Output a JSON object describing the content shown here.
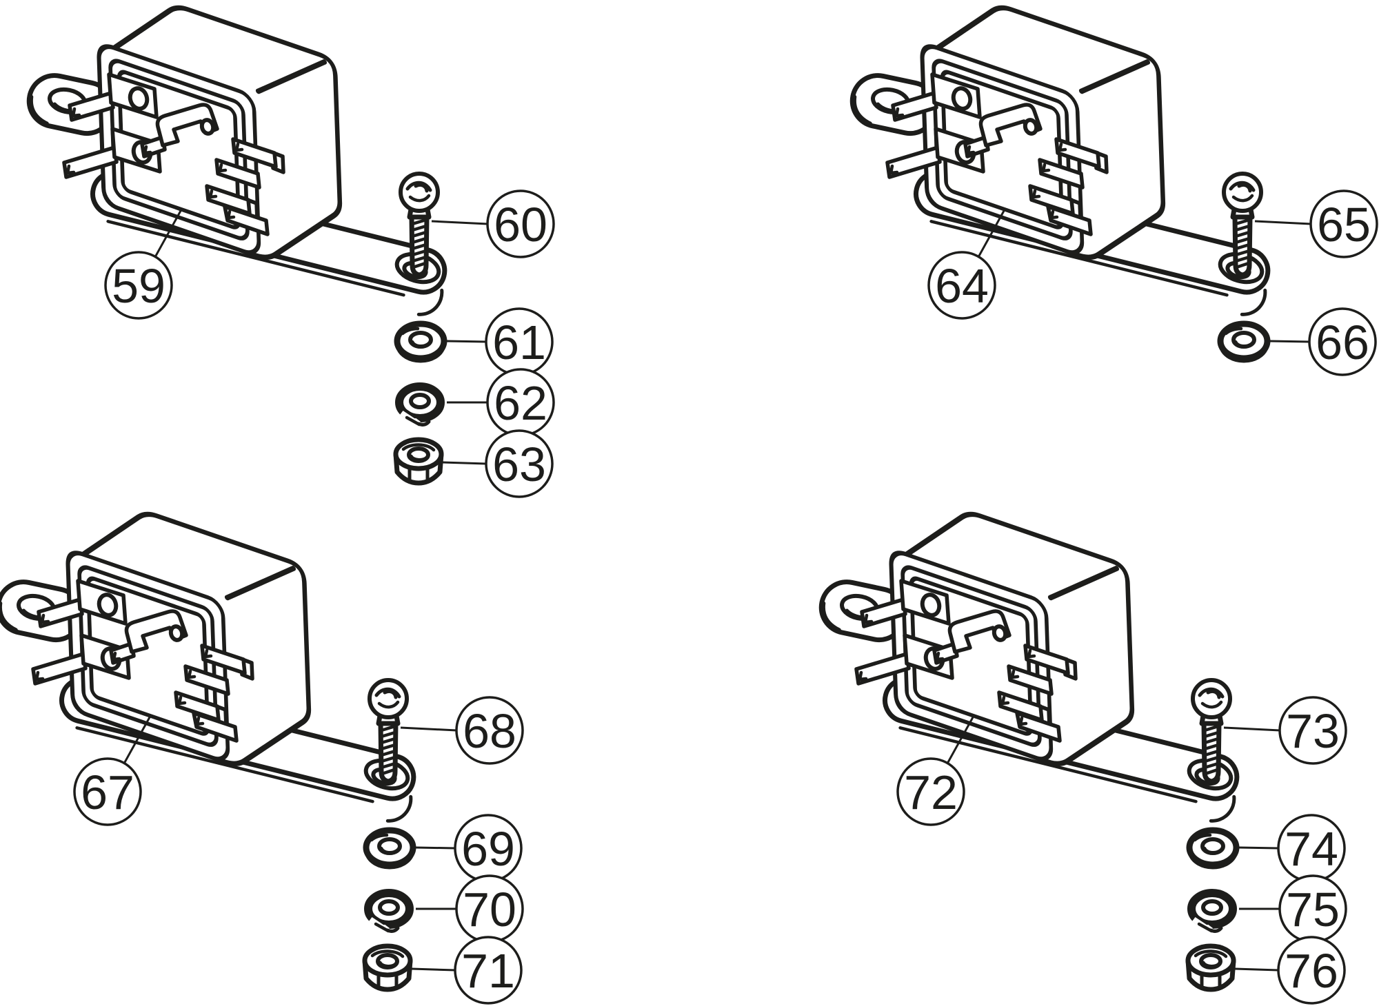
{
  "diagram": {
    "background_color": "#ffffff",
    "line_color": "#1d1d1b"
  },
  "groups": [
    {
      "position": "top-left",
      "relay": {
        "kind": "relay-assembly",
        "callout": "59"
      },
      "fasteners": [
        {
          "kind": "mounting-screw",
          "callout": "60"
        },
        {
          "kind": "flat-washer",
          "callout": "61"
        },
        {
          "kind": "lock-washer",
          "callout": "62"
        },
        {
          "kind": "hex-nut",
          "callout": "63"
        }
      ]
    },
    {
      "position": "top-right",
      "relay": {
        "kind": "relay-assembly",
        "callout": "64"
      },
      "fasteners": [
        {
          "kind": "mounting-screw",
          "callout": "65"
        },
        {
          "kind": "flat-washer",
          "callout": "66"
        }
      ]
    },
    {
      "position": "bottom-left",
      "relay": {
        "kind": "relay-assembly",
        "callout": "67"
      },
      "fasteners": [
        {
          "kind": "mounting-screw",
          "callout": "68"
        },
        {
          "kind": "flat-washer",
          "callout": "69"
        },
        {
          "kind": "lock-washer",
          "callout": "70"
        },
        {
          "kind": "hex-nut",
          "callout": "71"
        }
      ]
    },
    {
      "position": "bottom-right",
      "relay": {
        "kind": "relay-assembly",
        "callout": "72"
      },
      "fasteners": [
        {
          "kind": "mounting-screw",
          "callout": "73"
        },
        {
          "kind": "flat-washer",
          "callout": "74"
        },
        {
          "kind": "lock-washer",
          "callout": "75"
        },
        {
          "kind": "hex-nut",
          "callout": "76"
        }
      ]
    }
  ]
}
